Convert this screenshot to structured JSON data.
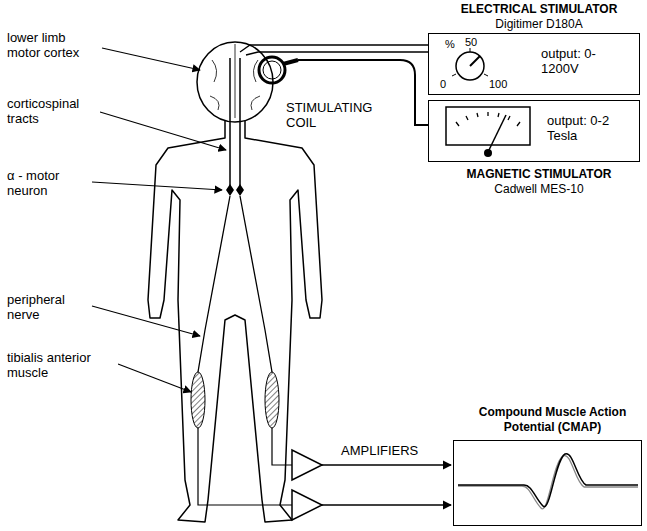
{
  "diagram": {
    "nodes": [
      {
        "text": [
          "ELECTRICAL STIMULATOR",
          "Digitimer D180A",
          "%",
          "50",
          "0",
          "100",
          "output: 0-1200V"
        ]
      },
      {
        "text": [
          "output: 0-2 Tesla",
          "MAGNETIC STIMULATOR",
          "Cadwell MES-10"
        ]
      },
      {
        "text": [
          "Compound Muscle Action Potential (CMAP)"
        ]
      }
    ],
    "labels": [
      "lower limb motor cortex",
      "corticospinal tracts",
      "α - motor neuron",
      "peripheral nerve",
      "tibialis anterior muscle",
      "STIMULATING COIL",
      "AMPLIFIERS"
    ]
  }
}
